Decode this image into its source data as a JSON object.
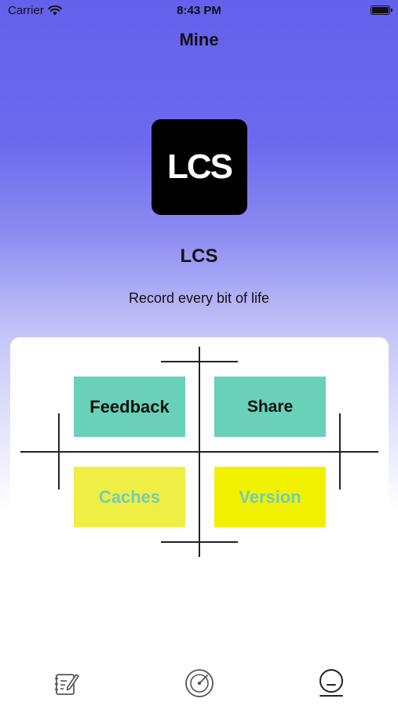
{
  "status_bar": {
    "carrier": "Carrier",
    "time": "8:43 PM",
    "battery_level": 1.0
  },
  "nav": {
    "title": "Mine"
  },
  "app": {
    "logo_text": "LCS",
    "name": "LCS",
    "slogan": "Record every bit of life"
  },
  "actions": {
    "feedback_label": "Feedback",
    "share_label": "Share",
    "caches_label": "Caches",
    "version_label": "Version"
  },
  "colors": {
    "gradient_top": "#6361ec",
    "tile_green": "#68d1b8",
    "tile_yellow": "#efee45",
    "tile_yellow_bright": "#f1f100",
    "label_teal": "#72cdb5"
  },
  "tab_bar": {
    "items": [
      {
        "icon": "notebook-edit-icon",
        "selected": false
      },
      {
        "icon": "radar-icon",
        "selected": false
      },
      {
        "icon": "profile-icon",
        "selected": true
      }
    ]
  }
}
